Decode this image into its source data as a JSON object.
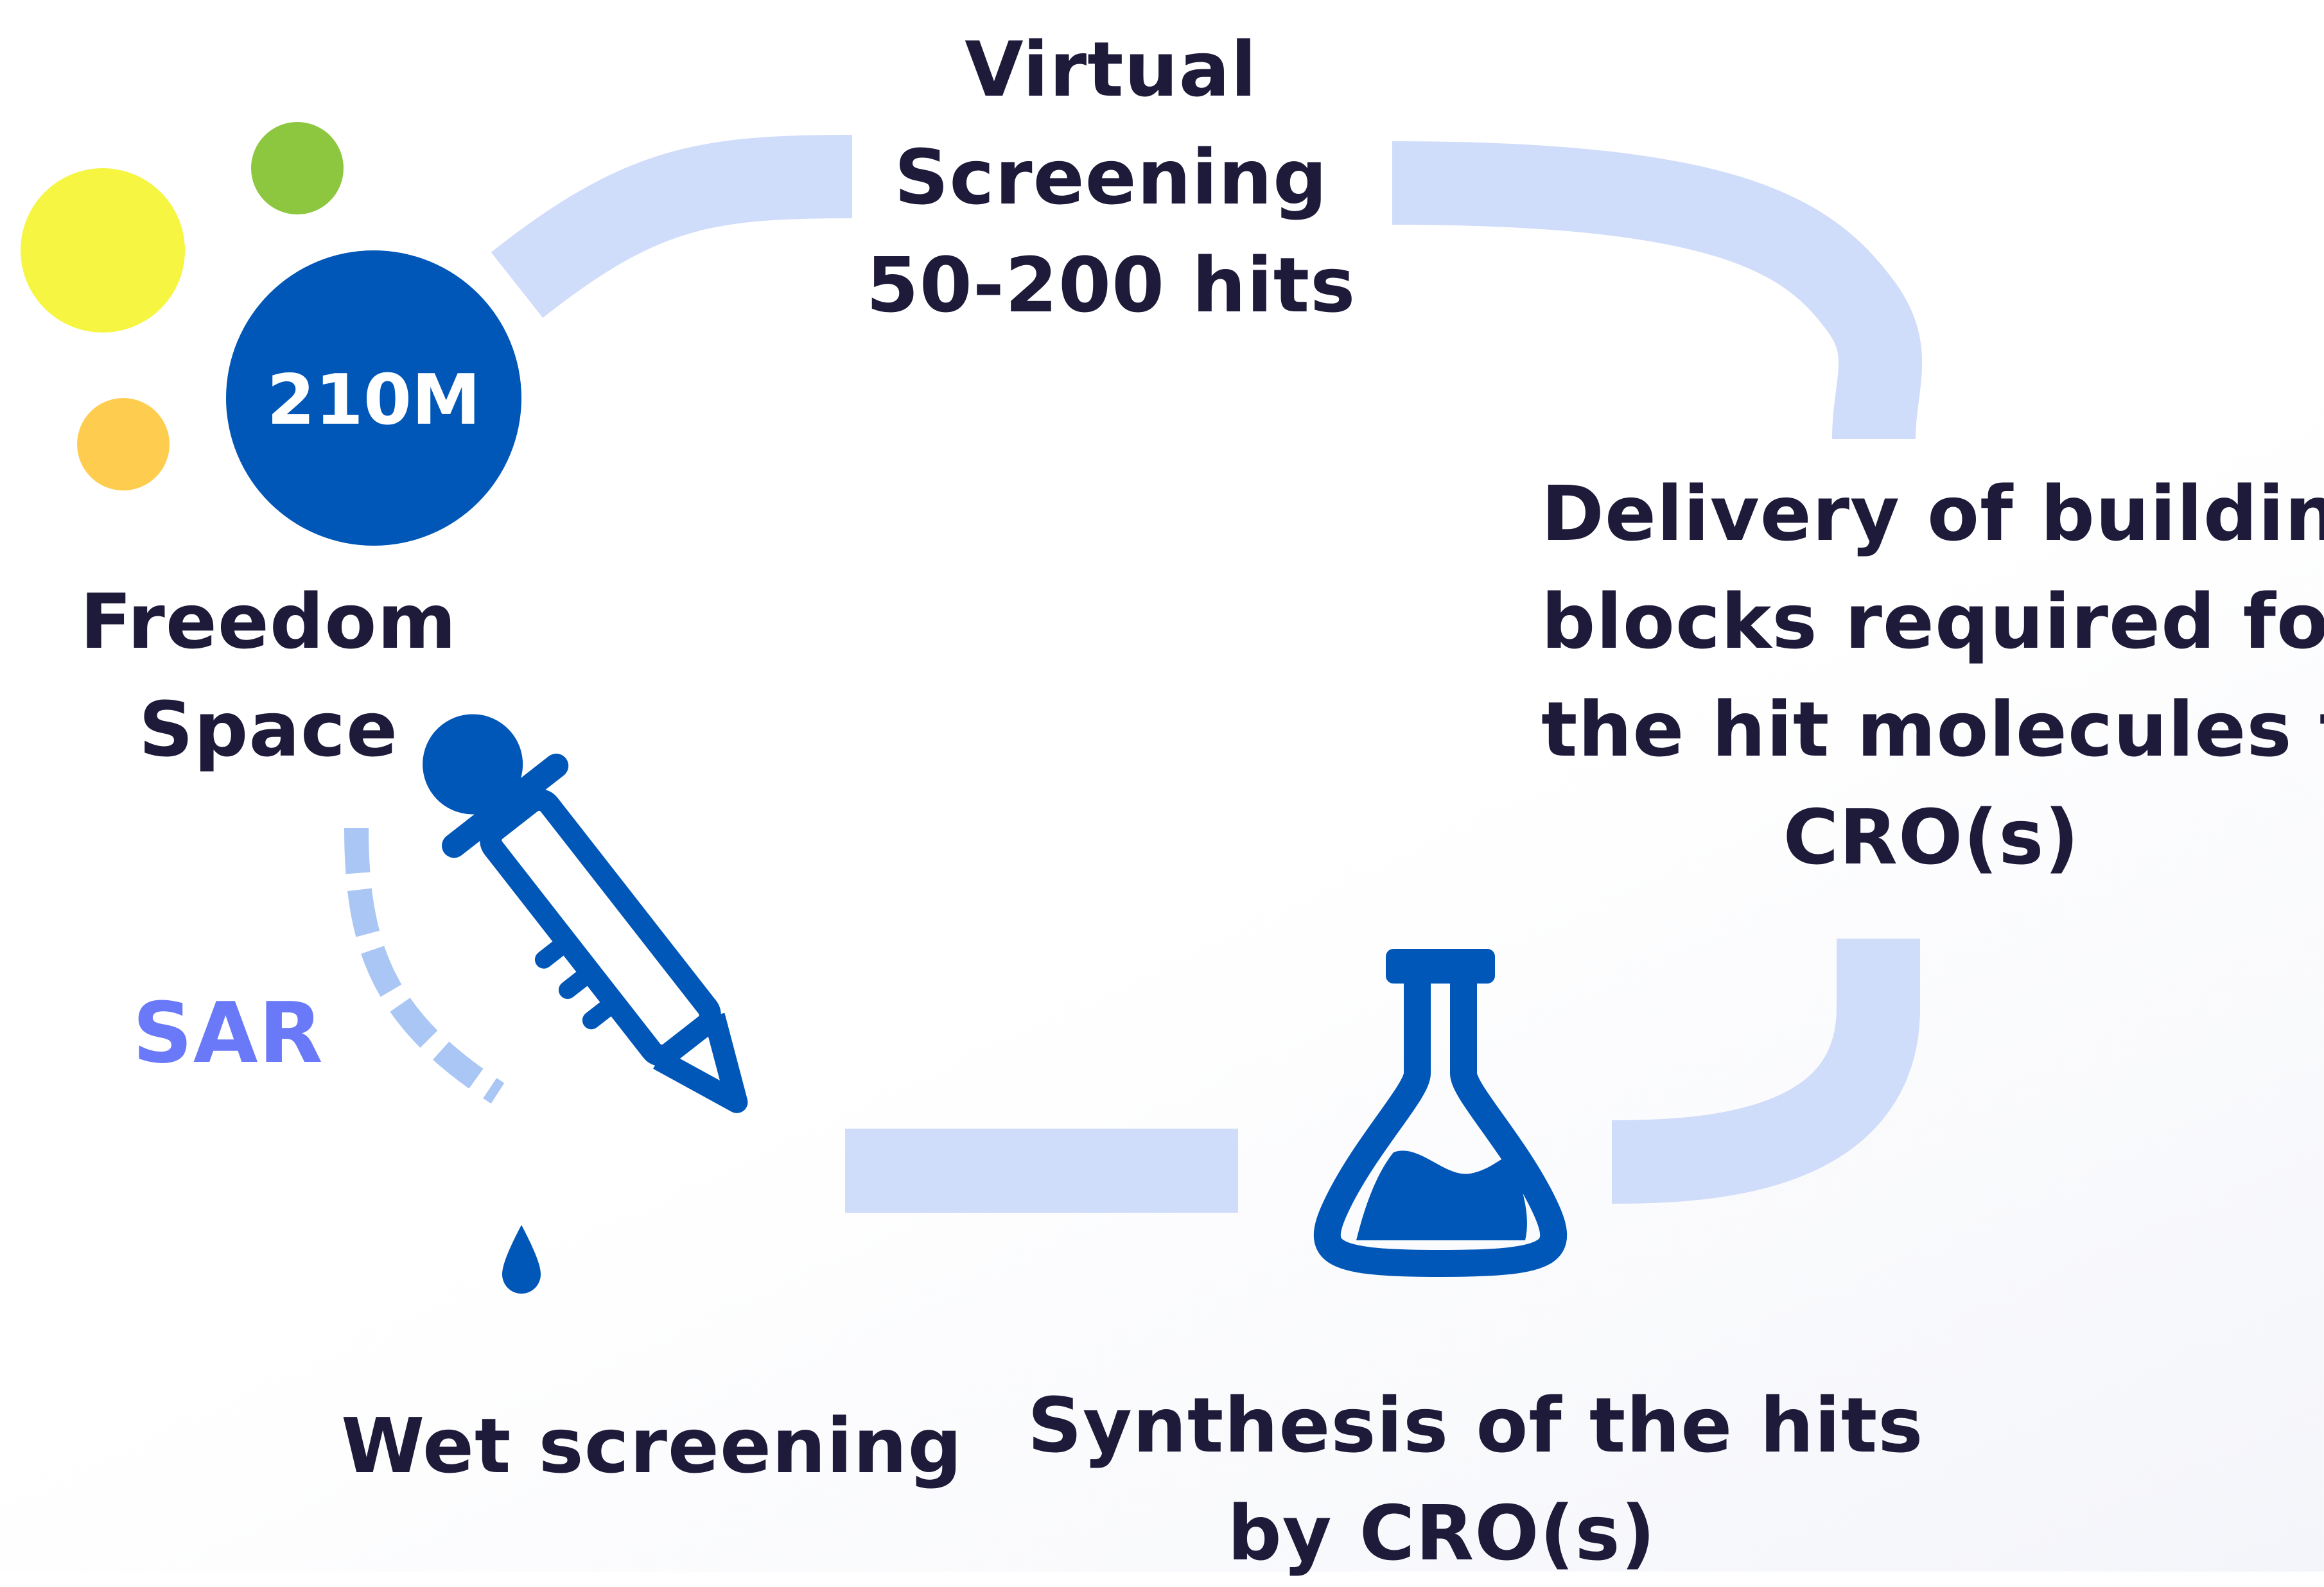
{
  "freedom_space": {
    "count": "210M",
    "label_lines": [
      "Freedom",
      "Space"
    ]
  },
  "virtual_screening": {
    "lines": [
      "Virtual",
      "Screening",
      "50-200 hits"
    ]
  },
  "delivery": {
    "lines": [
      "Delivery of building",
      "blocks required for",
      "the hit molecules to",
      "CRO(s)"
    ]
  },
  "synthesis": {
    "lines": [
      "Synthesis of the hits",
      "by CRO(s)"
    ]
  },
  "wet_screening": {
    "label": "Wet screening"
  },
  "sar": {
    "label": "SAR"
  },
  "icons": [
    "molecule-bubbles-icon",
    "pipette-icon",
    "flask-icon"
  ],
  "colors": {
    "primary_blue": "#0057b8",
    "connector_blue": "#cfdcfa",
    "sar_connector": "#a9c6f5",
    "sar_text": "#6979f8",
    "text_dark": "#1e1b3a",
    "bubble_yellow": "#f5f542",
    "bubble_green": "#8dc63f",
    "bubble_orange": "#fecd4f"
  }
}
